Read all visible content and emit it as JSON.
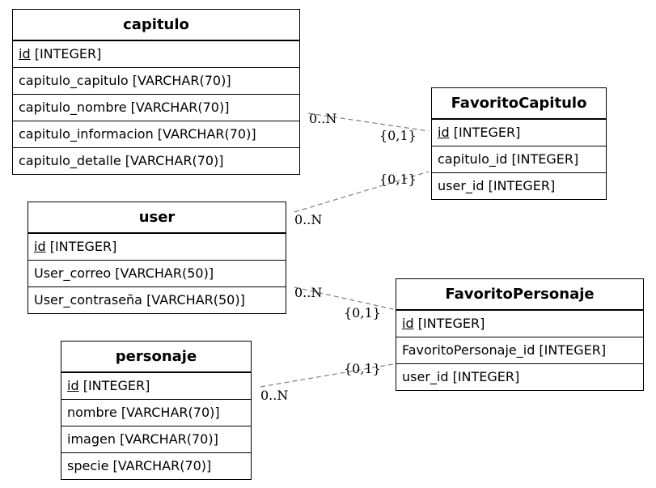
{
  "entities": {
    "capitulo": {
      "name": "capitulo",
      "attrs": [
        {
          "pk": "id",
          "rest": " [INTEGER]"
        },
        {
          "pk": "",
          "rest": "capitulo_capitulo [VARCHAR(70)]"
        },
        {
          "pk": "",
          "rest": "capitulo_nombre [VARCHAR(70)]"
        },
        {
          "pk": "",
          "rest": "capitulo_informacion [VARCHAR(70)]"
        },
        {
          "pk": "",
          "rest": "capitulo_detalle [VARCHAR(70)]"
        }
      ]
    },
    "favorito_capitulo": {
      "name": "FavoritoCapitulo",
      "attrs": [
        {
          "pk": "id",
          "rest": " [INTEGER]"
        },
        {
          "pk": "",
          "rest": "capitulo_id [INTEGER]"
        },
        {
          "pk": "",
          "rest": "user_id [INTEGER]"
        }
      ]
    },
    "user": {
      "name": "user",
      "attrs": [
        {
          "pk": "id",
          "rest": " [INTEGER]"
        },
        {
          "pk": "",
          "rest": "User_correo [VARCHAR(50)]"
        },
        {
          "pk": "",
          "rest": "User_contraseña [VARCHAR(50)]"
        }
      ]
    },
    "favorito_personaje": {
      "name": "FavoritoPersonaje",
      "attrs": [
        {
          "pk": "id",
          "rest": " [INTEGER]"
        },
        {
          "pk": "",
          "rest": "FavoritoPersonaje_id [INTEGER]"
        },
        {
          "pk": "",
          "rest": "user_id [INTEGER]"
        }
      ]
    },
    "personaje": {
      "name": "personaje",
      "attrs": [
        {
          "pk": "id",
          "rest": " [INTEGER]"
        },
        {
          "pk": "",
          "rest": "nombre [VARCHAR(70)]"
        },
        {
          "pk": "",
          "rest": "imagen [VARCHAR(70)]"
        },
        {
          "pk": "",
          "rest": "specie [VARCHAR(70)]"
        }
      ]
    }
  },
  "relations": {
    "capitulo_fav": {
      "many": "0..N",
      "one": "{0,1}"
    },
    "user_favcap": {
      "many": "0..N",
      "one": "{0,1}"
    },
    "user_favper": {
      "many": "0..N",
      "one": "{0,1}"
    },
    "personaje_favper": {
      "many": "0..N",
      "one": "{0,1}"
    }
  },
  "colors": {
    "line": "#808080",
    "border": "#000000",
    "text": "#000000"
  }
}
